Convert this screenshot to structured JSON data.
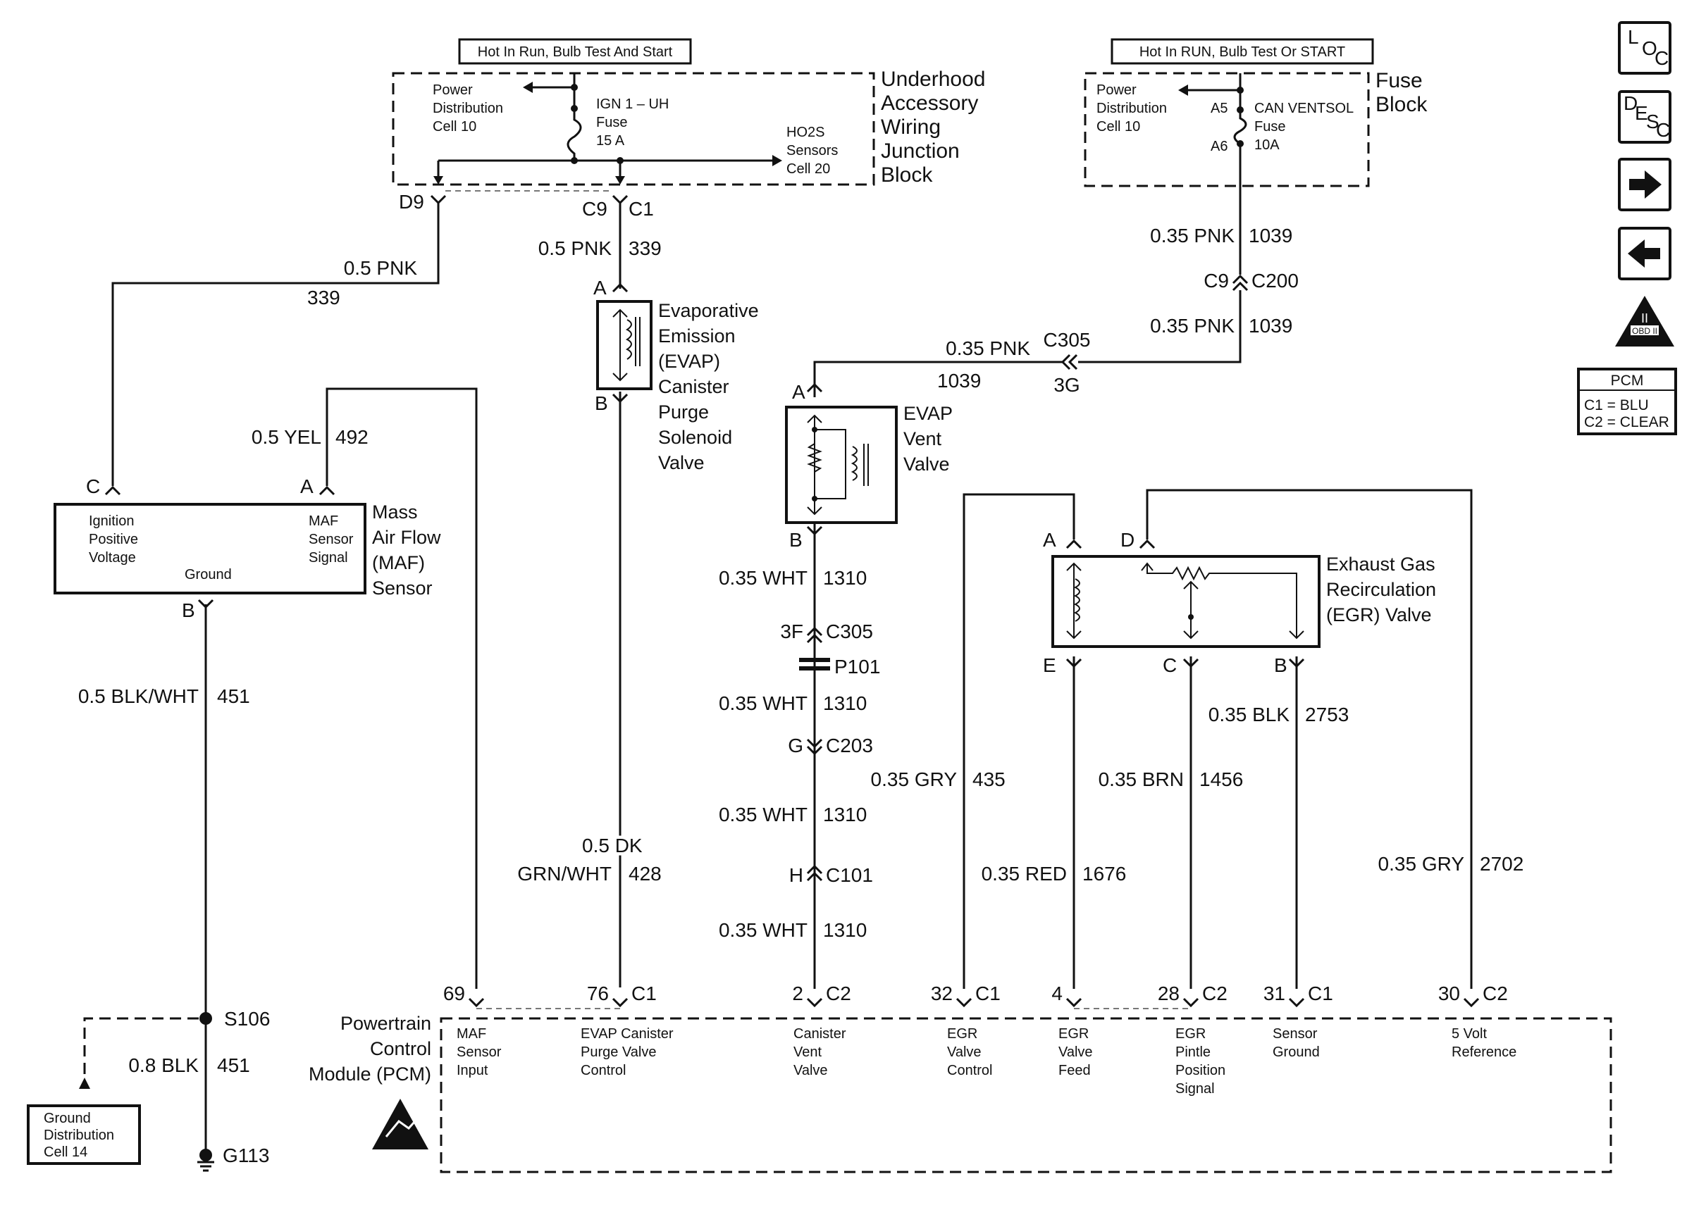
{
  "nav": {
    "loc": [
      "L",
      "O",
      "C"
    ],
    "desc": [
      "D",
      "E",
      "S",
      "C"
    ],
    "obd": {
      "roman": "II",
      "label": "OBD II"
    },
    "pcm_legend": {
      "title": "PCM",
      "c1": "C1 = BLU",
      "c2": "C2 = CLEAR"
    }
  },
  "junction": {
    "hot_label": "Hot In Run, Bulb Test And Start",
    "title": [
      "Underhood",
      "Accessory",
      "Wiring",
      "Junction",
      "Block"
    ],
    "pd_ref": [
      "Power",
      "Distribution",
      "Cell 10"
    ],
    "fuse": [
      "IGN 1 – UH",
      "Fuse",
      "15 A"
    ],
    "ho2s_ref": [
      "HO2S",
      "Sensors",
      "Cell 20"
    ],
    "d9": "D9",
    "c9": "C9",
    "c1": "C1"
  },
  "fuse_block": {
    "hot_label": "Hot In RUN, Bulb Test Or START",
    "title": [
      "Fuse",
      "Block"
    ],
    "pd_ref": [
      "Power",
      "Distribution",
      "Cell 10"
    ],
    "a5": "A5",
    "a6": "A6",
    "fuse": [
      "CAN VENTSOL",
      "Fuse",
      "10A"
    ]
  },
  "evap_solenoid": {
    "title": [
      "Evaporative",
      "Emission",
      "(EVAP)",
      "Canister",
      "Purge",
      "Solenoid",
      "Valve"
    ],
    "pin_a": "A",
    "pin_b": "B",
    "wire_in": {
      "gauge": "0.5 PNK",
      "circuit": "339"
    },
    "wire_out": {
      "gauge": [
        "0.5 DK",
        "GRN/WHT"
      ],
      "circuit": "428"
    }
  },
  "maf": {
    "title": [
      "Mass",
      "Air Flow",
      "(MAF)",
      "Sensor"
    ],
    "pin_c": "C",
    "pin_a": "A",
    "pin_b": "B",
    "ign_label": [
      "Ignition",
      "Positive",
      "Voltage"
    ],
    "signal_label": [
      "MAF",
      "Sensor",
      "Signal"
    ],
    "ground_label": "Ground",
    "wire_power": {
      "gauge": "0.5 PNK",
      "circuit": "339"
    },
    "wire_signal": {
      "gauge": "0.5 YEL",
      "circuit": "492"
    },
    "wire_ground": {
      "gauge": "0.5 BLK/WHT",
      "circuit": "451"
    }
  },
  "ground": {
    "splice": "S106",
    "wire": {
      "gauge": "0.8 BLK",
      "circuit": "451"
    },
    "ground_id": "G113",
    "ref": [
      "Ground",
      "Distribution",
      "Cell 14"
    ]
  },
  "vent_wire": {
    "feed_top": {
      "gauge": "0.35 PNK",
      "circuit": "1039"
    },
    "c9": "C9",
    "c200": "C200",
    "feed_mid": {
      "gauge": "0.35 PNK",
      "circuit": "1039"
    },
    "c305_top": "C305",
    "c3g": "3G",
    "feed_h": {
      "gauge": "0.35 PNK",
      "circuit": "1039"
    },
    "seg1": {
      "gauge": "0.35 WHT",
      "circuit": "1310"
    },
    "c3f": "3F",
    "c305": "C305",
    "p101": "P101",
    "seg2": {
      "gauge": "0.35 WHT",
      "circuit": "1310"
    },
    "g": "G",
    "c203": "C203",
    "seg3": {
      "gauge": "0.35 WHT",
      "circuit": "1310"
    },
    "h": "H",
    "c101": "C101",
    "seg4": {
      "gauge": "0.35 WHT",
      "circuit": "1310"
    }
  },
  "evap_vent": {
    "title": [
      "EVAP",
      "Vent",
      "Valve"
    ],
    "pin_a": "A",
    "pin_b": "B"
  },
  "egr": {
    "title": [
      "Exhaust Gas",
      "Recirculation",
      "(EGR) Valve"
    ],
    "pin_a": "A",
    "pin_d": "D",
    "pin_e": "E",
    "pin_c": "C",
    "pin_b": "B",
    "wire_control": {
      "gauge": "0.35 GRY",
      "circuit": "435"
    },
    "wire_feed": {
      "gauge": "0.35 RED",
      "circuit": "1676"
    },
    "wire_pintle": {
      "gauge": "0.35 BRN",
      "circuit": "1456"
    },
    "wire_ground": {
      "gauge": "0.35 BLK",
      "circuit": "2753"
    },
    "wire_ref": {
      "gauge": "0.35 GRY",
      "circuit": "2702"
    }
  },
  "pcm": {
    "title": [
      "Powertrain",
      "Control",
      "Module (PCM)"
    ],
    "pins": [
      {
        "num": "69",
        "conn": "",
        "label": [
          "MAF",
          "Sensor",
          "Input"
        ]
      },
      {
        "num": "76",
        "conn": "C1",
        "label": [
          "EVAP Canister",
          "Purge Valve",
          "Control"
        ]
      },
      {
        "num": "2",
        "conn": "C2",
        "label": [
          "Canister",
          "Vent",
          "Valve"
        ]
      },
      {
        "num": "32",
        "conn": "C1",
        "label": [
          "EGR",
          "Valve",
          "Control"
        ]
      },
      {
        "num": "4",
        "conn": "",
        "label": [
          "EGR",
          "Valve",
          "Feed"
        ]
      },
      {
        "num": "28",
        "conn": "C2",
        "label": [
          "EGR",
          "Pintle",
          "Position",
          "Signal"
        ]
      },
      {
        "num": "31",
        "conn": "C1",
        "label": [
          "Sensor",
          "Ground"
        ]
      },
      {
        "num": "30",
        "conn": "C2",
        "label": [
          "5 Volt",
          "Reference"
        ]
      }
    ]
  }
}
